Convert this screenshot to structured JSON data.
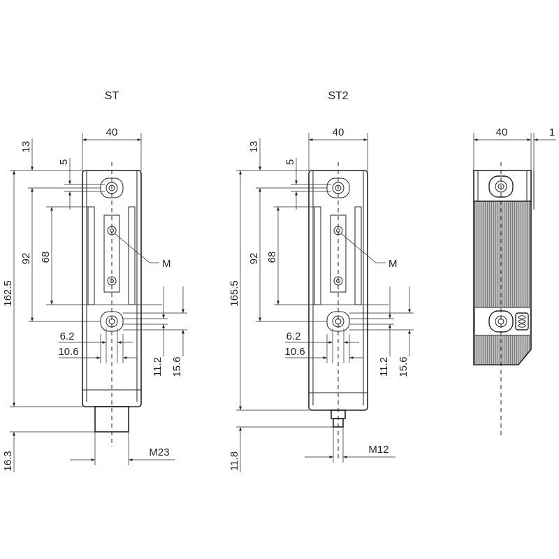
{
  "views": {
    "st": {
      "title": "ST",
      "dims": {
        "width": "40",
        "top": "13",
        "hole": "5",
        "outer_len": "92",
        "inner_len": "68",
        "total_len": "162.5",
        "connector_len": "16.3",
        "h1": "6.2",
        "h2": "10.6",
        "v1": "11.2",
        "v2": "15.6",
        "screw": "M",
        "thread": "M23"
      }
    },
    "st2": {
      "title": "ST2",
      "dims": {
        "width": "40",
        "top": "13",
        "hole": "5",
        "outer_len": "92",
        "inner_len": "68",
        "total_len": "165.5",
        "connector_len": "11.8",
        "h1": "6.2",
        "h2": "10.6",
        "v1": "11.2",
        "v2": "15.6",
        "screw": "M",
        "thread": "M12"
      }
    },
    "side": {
      "dims": {
        "width": "40",
        "offset": "1"
      }
    }
  }
}
